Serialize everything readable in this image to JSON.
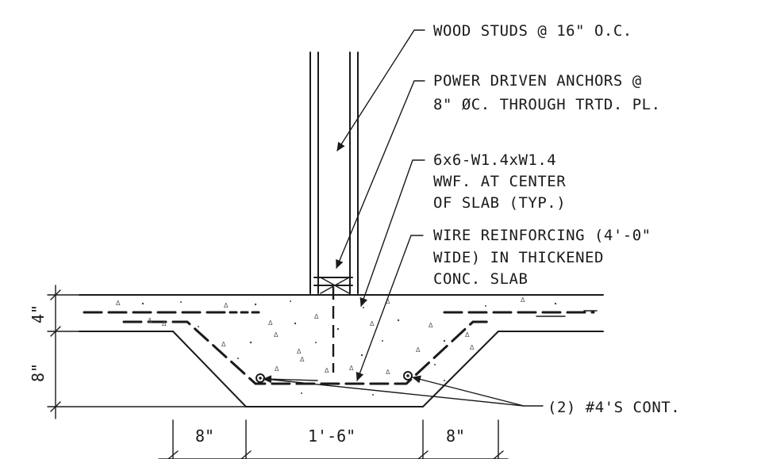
{
  "callouts": {
    "studs": "WOOD STUDS @ 16\" O.C.",
    "anchors_line1": "POWER DRIVEN ANCHORS @",
    "anchors_line2": "8\" ØC. THROUGH TRTD. PL.",
    "wwf_line1": "6x6-W1.4xW1.4",
    "wwf_line2": "WWF. AT CENTER",
    "wwf_line3": "OF SLAB (TYP.)",
    "wire_line1": "WIRE REINFORCING (4'-0\"",
    "wire_line2": "WIDE) IN THICKENED",
    "wire_line3": "CONC. SLAB",
    "rebar": "(2) #4'S CONT."
  },
  "dimensions": {
    "slab_thickness": "4\"",
    "thickening_depth": "8\"",
    "left_slope": "8\"",
    "bottom_width": "1'-6\"",
    "right_slope": "8\""
  }
}
